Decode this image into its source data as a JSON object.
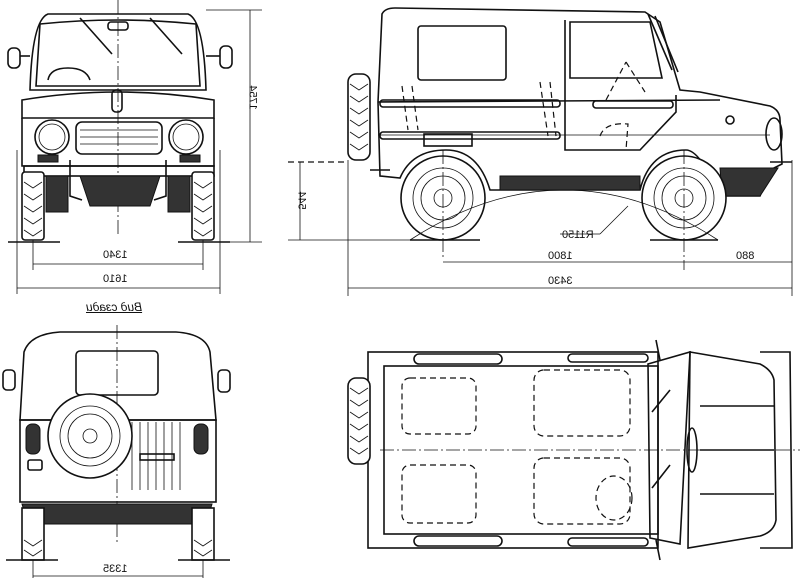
{
  "drawing": {
    "subject": "LuAZ-969 four-view blueprint (mirrored)",
    "rear_view_title": "Вид сзади",
    "views": [
      "front-view",
      "side-view",
      "rear-view",
      "top-view"
    ]
  },
  "dimensions": {
    "front_track": "1340",
    "overall_width": "1610",
    "overall_height": "1754",
    "ground_clearance": "544",
    "wheelbase": "1800",
    "front_overhang": "880",
    "overall_length": "3430",
    "ramp_radius": "R1150",
    "rear_track": "1335"
  }
}
